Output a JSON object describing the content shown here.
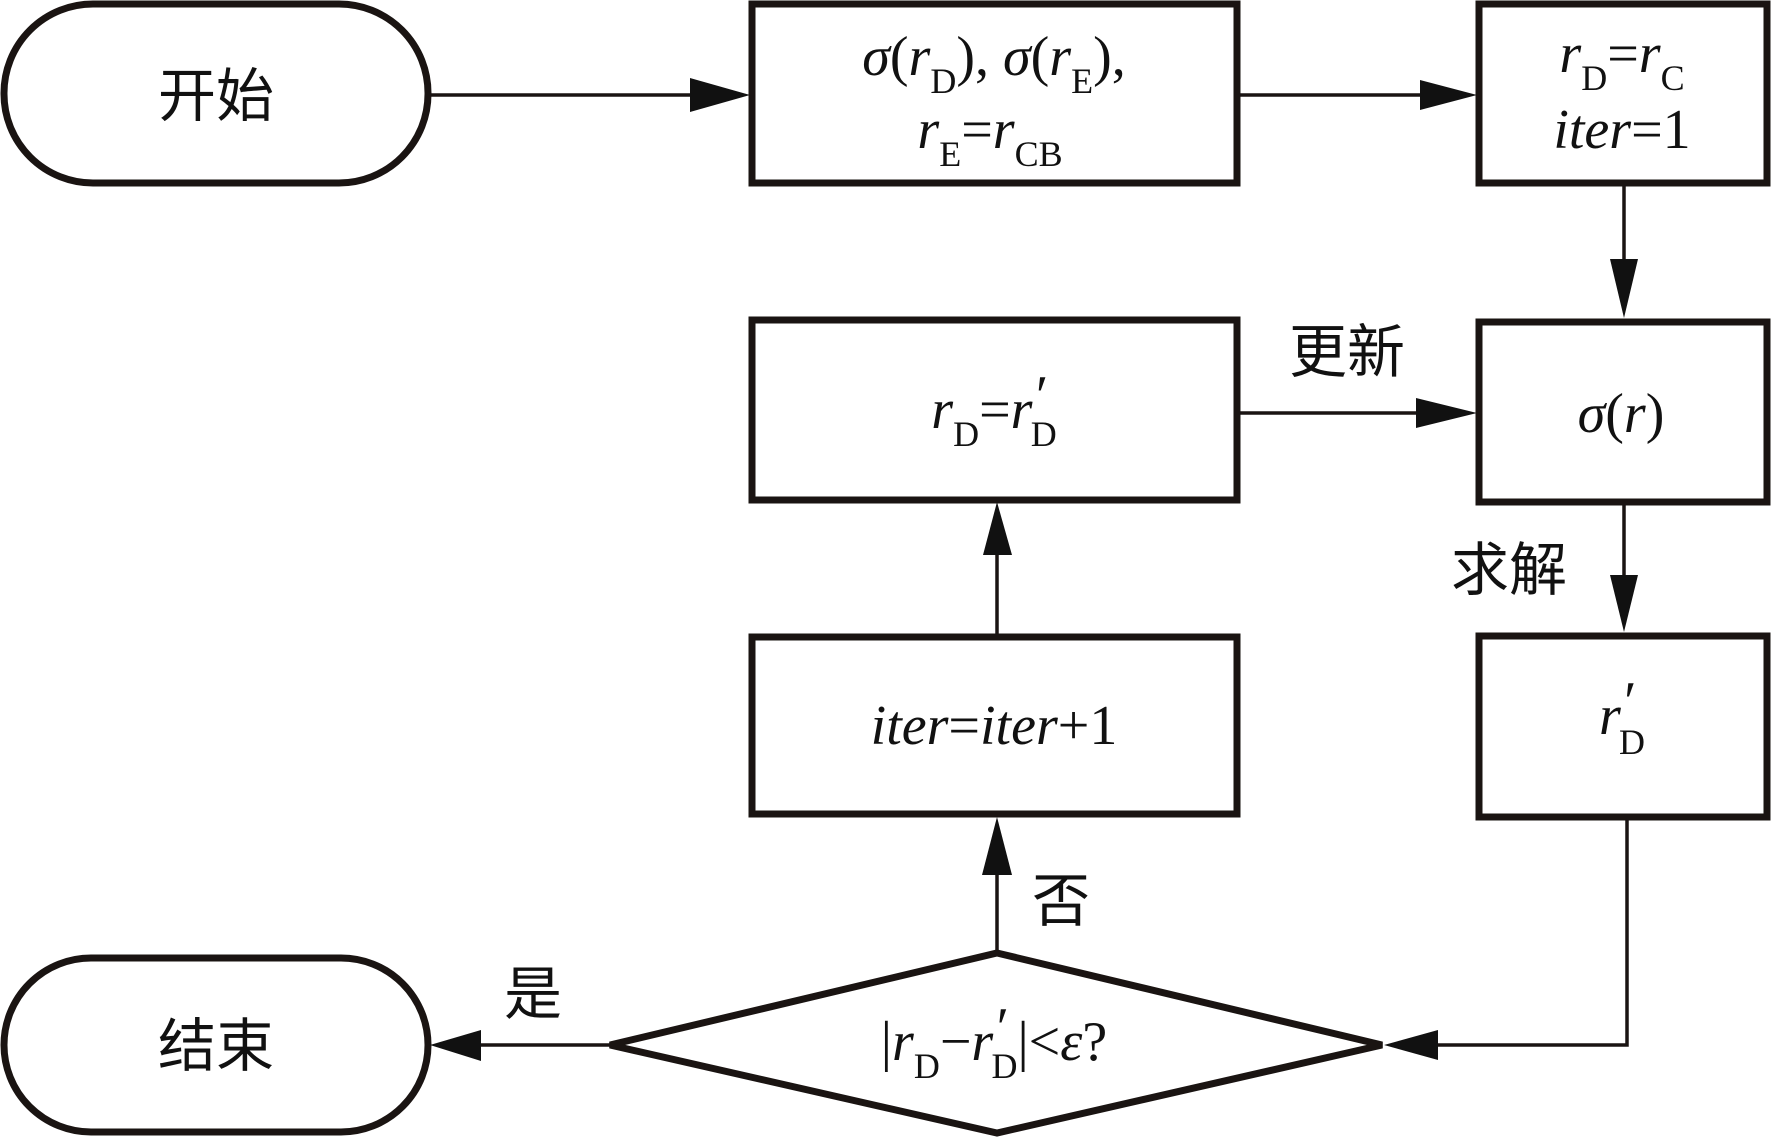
{
  "diagram": {
    "type": "flowchart",
    "nodes": {
      "start": {
        "label": "开始",
        "shape": "terminal"
      },
      "init": {
        "line1": {
          "parts": [
            "σ",
            "(",
            "r",
            "D",
            "), ",
            "σ",
            "(",
            "r",
            "E",
            "),"
          ]
        },
        "line2": {
          "parts": [
            "r",
            "E",
            "=",
            "r",
            "CB"
          ]
        },
        "shape": "process"
      },
      "set": {
        "line1": {
          "parts": [
            "r",
            "D",
            "=",
            "r",
            "C"
          ]
        },
        "line2": {
          "parts": [
            "iter",
            "=1"
          ]
        },
        "shape": "process"
      },
      "sigma": {
        "parts": [
          "σ",
          "(",
          "r",
          ")"
        ],
        "shape": "process"
      },
      "solve_result": {
        "parts": [
          "r",
          "′",
          "D"
        ],
        "shape": "process"
      },
      "update": {
        "parts": [
          "r",
          "D",
          "=",
          "r",
          "′",
          "D"
        ],
        "shape": "process"
      },
      "increment": {
        "parts": [
          "iter",
          "=",
          "iter",
          "+1"
        ],
        "shape": "process"
      },
      "decision": {
        "parts": [
          "|",
          "r",
          "D",
          "−",
          "r",
          "′",
          "D",
          "|<",
          "ε",
          "?"
        ],
        "shape": "decision"
      },
      "end": {
        "label": "结束",
        "shape": "terminal"
      }
    },
    "edge_labels": {
      "update": "更新",
      "solve": "求解",
      "no": "否",
      "yes": "是"
    },
    "edges": [
      {
        "from": "start",
        "to": "init"
      },
      {
        "from": "init",
        "to": "set"
      },
      {
        "from": "set",
        "to": "sigma"
      },
      {
        "from": "sigma",
        "to": "solve_result",
        "label": "求解"
      },
      {
        "from": "solve_result",
        "to": "decision"
      },
      {
        "from": "decision",
        "to": "increment",
        "label": "否"
      },
      {
        "from": "increment",
        "to": "update"
      },
      {
        "from": "update",
        "to": "sigma",
        "label": "更新"
      },
      {
        "from": "decision",
        "to": "end",
        "label": "是"
      }
    ]
  }
}
